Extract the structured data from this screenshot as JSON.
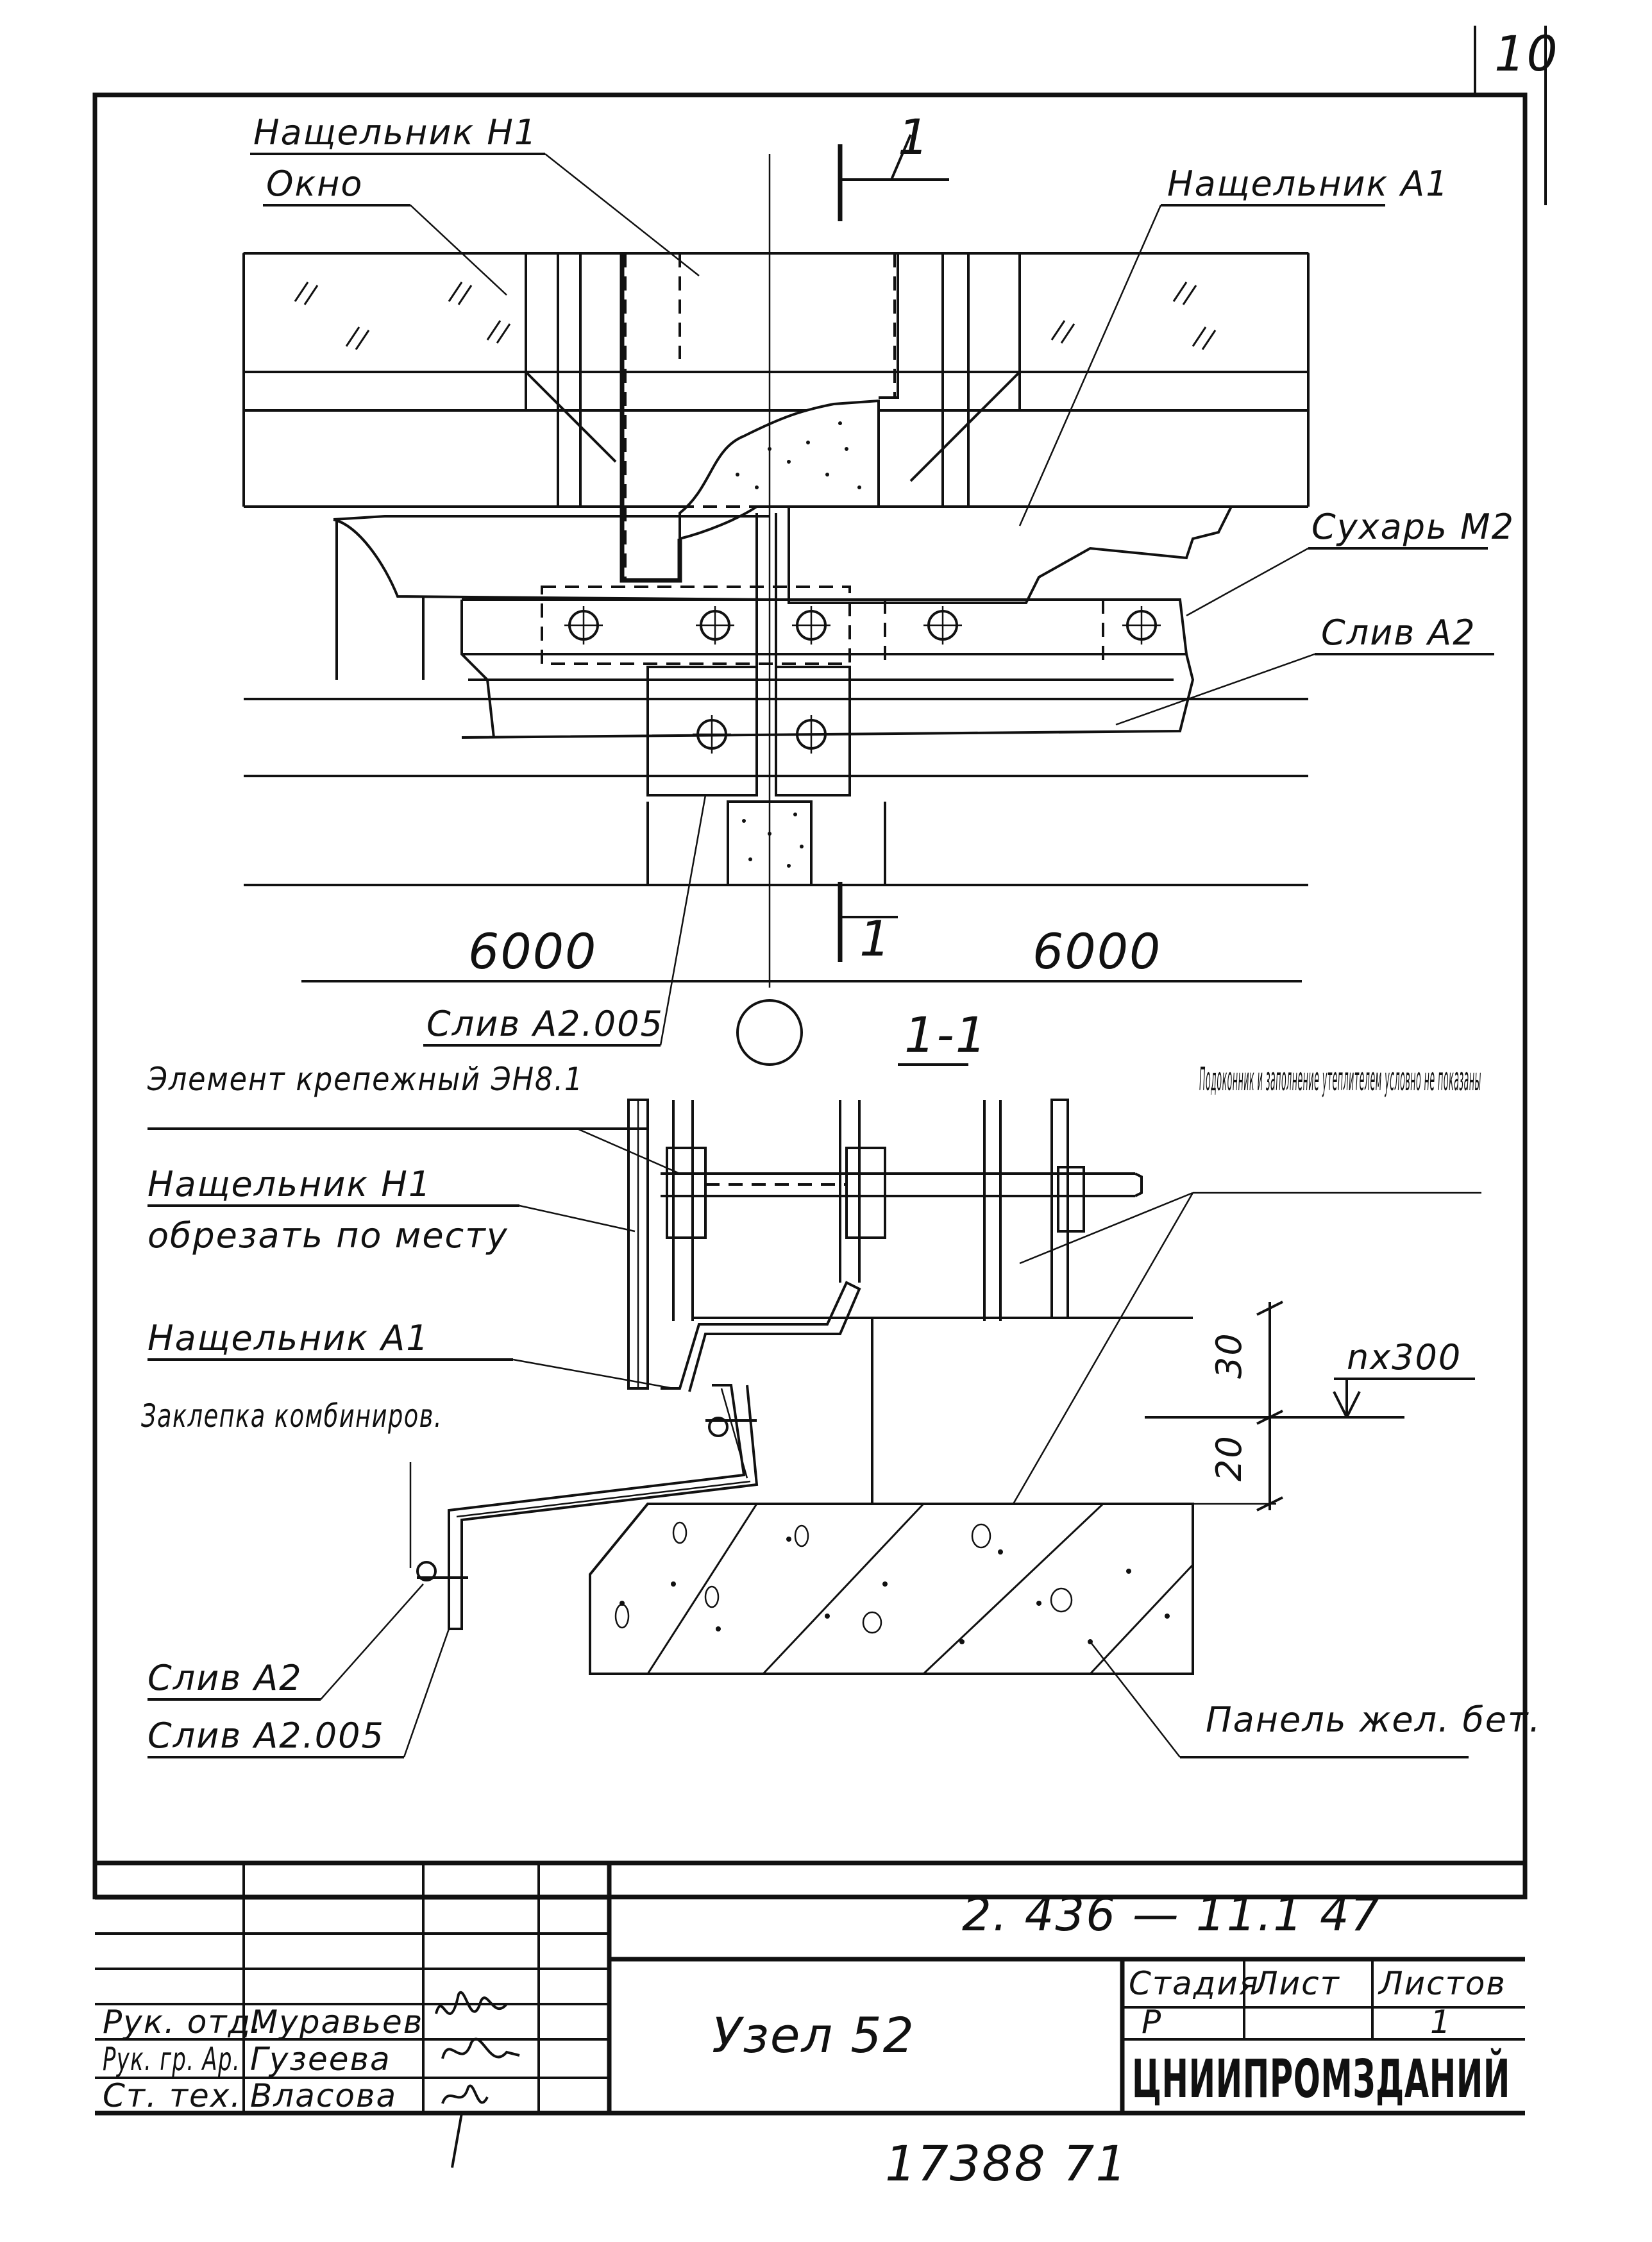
{
  "sheet": {
    "page_number": "10",
    "footer_number": "17388  71"
  },
  "plan_view": {
    "label_nashchelnik_h1": "Нащельник Н1",
    "label_okno": "Окно",
    "label_nashchelnik_a1": "Нащельник А1",
    "label_sukhar_m2": "Сухарь М2",
    "label_sliv_a2": "Слив А2",
    "label_sliv_a2_005": "Слив А2.005",
    "section_mark_top": "1",
    "section_mark_bottom": "1",
    "dimension_left": "6000",
    "dimension_right": "6000"
  },
  "section_view": {
    "title": "1-1",
    "label_element_krepezhny": "Элемент крепежный ЭН8.1",
    "label_nashchelnik_h1": "Нащельник Н1",
    "label_obrezat": "обрезать по месту",
    "label_nashchelnik_a1": "Нащельник А1",
    "label_zaklepka": "Заклепка комбиниров.",
    "label_sliv_a2": "Слив А2",
    "label_sliv_a2_005": "Слив А2.005",
    "label_podokonnik": "Подоконник и заполнение утеплителем условно не показаны",
    "label_panel": "Панель жел. бет.",
    "dim_30": "30",
    "dim_20": "20",
    "dim_nx300": "nx300"
  },
  "title_block": {
    "document_code": "2. 436 — 11.1 47",
    "drawing_title": "Узел 52",
    "col_stage": "Стадия",
    "col_sheet": "Лист",
    "col_sheets": "Листов",
    "stage_value": "Р",
    "sheet_value": "",
    "sheets_value": "1",
    "organization": "ЦНИИПРОМЗДАНИЙ",
    "signatures": [
      {
        "role": "Рук. отд.",
        "name": "Муравьев"
      },
      {
        "role": "Рук. гр. Ар.",
        "name": "Гузеева"
      },
      {
        "role": "Ст. тех.",
        "name": "Власова"
      }
    ]
  }
}
